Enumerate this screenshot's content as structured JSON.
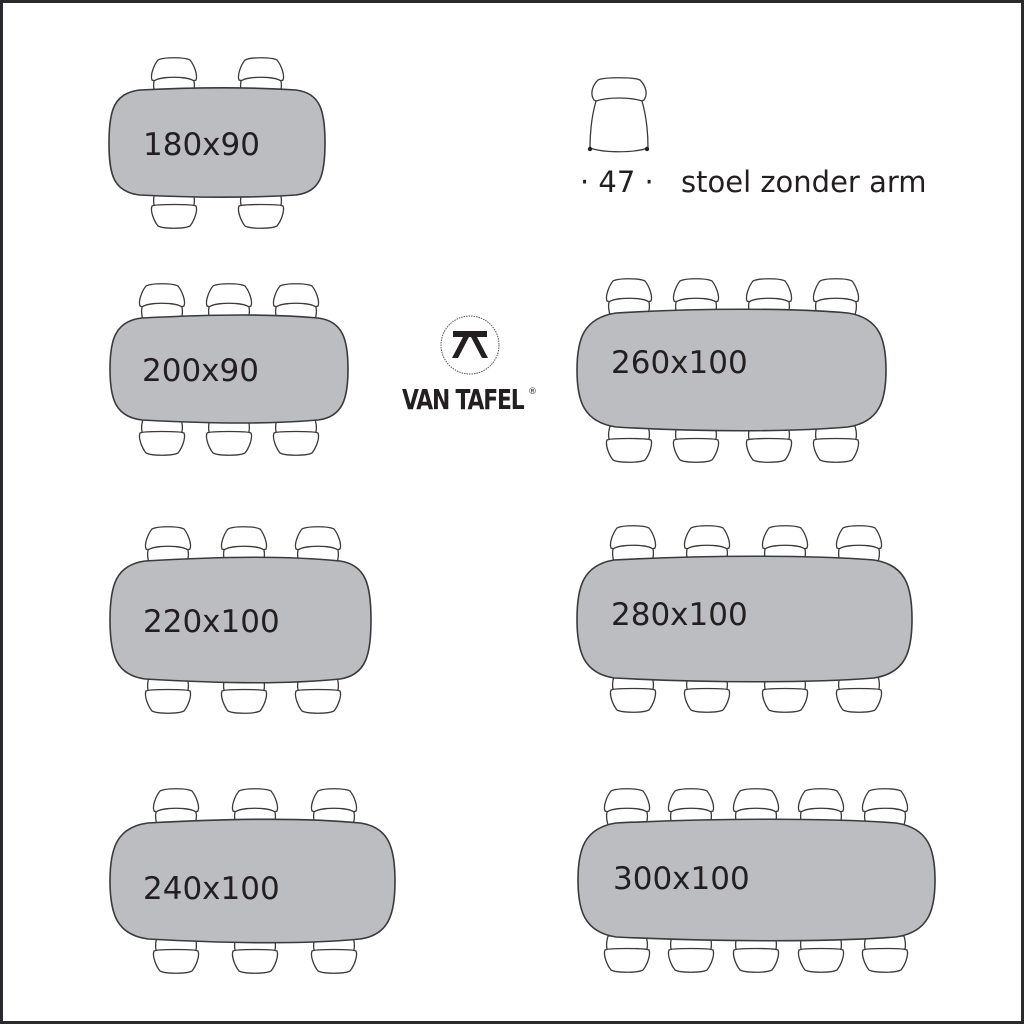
{
  "colors": {
    "border": "#2a2a2e",
    "table_fill": "#bcbdc0",
    "stroke": "#3a3a3c",
    "text": "#231f20",
    "background": "#ffffff"
  },
  "legend": {
    "chair_icon": "chair-without-arms-icon",
    "seat_width": "· 47 ·",
    "description": "stoel zonder arm"
  },
  "brand": {
    "logo_icon": "vantafel-table-logo-icon",
    "name": "VAN TAFEL",
    "registered": "®"
  },
  "tables": [
    {
      "label": "180x90",
      "length_cm": 180,
      "width_cm": 90,
      "chairs_per_side": 2,
      "total_chairs": 4
    },
    {
      "label": "200x90",
      "length_cm": 200,
      "width_cm": 90,
      "chairs_per_side": 3,
      "total_chairs": 6
    },
    {
      "label": "220x100",
      "length_cm": 220,
      "width_cm": 100,
      "chairs_per_side": 3,
      "total_chairs": 6
    },
    {
      "label": "240x100",
      "length_cm": 240,
      "width_cm": 100,
      "chairs_per_side": 3,
      "total_chairs": 6
    },
    {
      "label": "260x100",
      "length_cm": 260,
      "width_cm": 100,
      "chairs_per_side": 4,
      "total_chairs": 8
    },
    {
      "label": "280x100",
      "length_cm": 280,
      "width_cm": 100,
      "chairs_per_side": 4,
      "total_chairs": 8
    },
    {
      "label": "300x100",
      "length_cm": 300,
      "width_cm": 100,
      "chairs_per_side": 5,
      "total_chairs": 10
    }
  ]
}
